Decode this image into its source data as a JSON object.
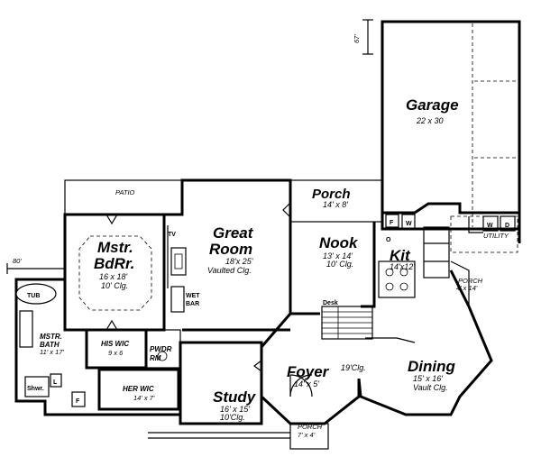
{
  "dimensions": {
    "left_offset": "80'",
    "garage_offset": "67'"
  },
  "rooms": {
    "garage": {
      "name": "Garage",
      "size": "22 x 30"
    },
    "great_room": {
      "name": "Great Room",
      "size": "18'x 25'",
      "note": "Vaulted Clg."
    },
    "master_bedroom": {
      "name_line1": "Mstr.",
      "name_line2": "BdRr.",
      "size": "16 x 18'",
      "note": "10' Clg."
    },
    "porch_top": {
      "name": "Porch",
      "size": "14' x 8'"
    },
    "nook": {
      "name": "Nook",
      "size": "13' x 14'",
      "note": "10' Clg."
    },
    "kitchen": {
      "name": "Kit",
      "size": "14'x12'"
    },
    "dining": {
      "name": "Dining",
      "size": "15' x 16'",
      "note": "Vault Clg."
    },
    "foyer": {
      "name": "Foyer",
      "size": "14' x 5'",
      "note": "19'Clg."
    },
    "study": {
      "name": "Study",
      "size": "16' x 15'",
      "note": "10'Clg."
    },
    "master_bath": {
      "name_line1": "MSTR.",
      "name_line2": "BATH",
      "size": "11' x 17'"
    },
    "his_wic": {
      "name": "HIS WIC",
      "size": "9 x 6"
    },
    "her_wic": {
      "name": "HER WIC",
      "size": "14' x 7'"
    },
    "powder_room": {
      "name_line1": "PWDR",
      "name_line2": "RM"
    },
    "porch_side": {
      "name": "PORCH",
      "size": "4' x 14'"
    },
    "porch_front": {
      "name": "PORCH",
      "size": "7' x 4'"
    },
    "patio": {
      "name": "PATIO"
    },
    "utility": {
      "name": "UTILITY"
    }
  },
  "fixtures": {
    "tub": "TUB",
    "tv": "TV",
    "wet_bar_line1": "WET",
    "wet_bar_line2": "BAR",
    "desk": "Desk",
    "shower": "Shwr.",
    "l": "L",
    "f_bath": "F",
    "f_garage": "F",
    "w_garage": "W",
    "w_utility": "W",
    "d_utility": "D",
    "o_kitchen": "O"
  }
}
